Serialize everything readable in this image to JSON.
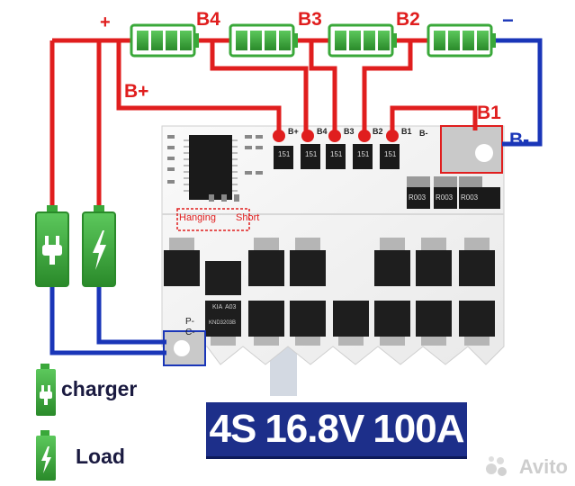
{
  "terminals": {
    "plus": "+",
    "b4": "B4",
    "b3": "B3",
    "b2": "B2",
    "minus": "−",
    "b_plus": "B+",
    "b1": "B1",
    "b_minus": "B-"
  },
  "board": {
    "pads": [
      "B+",
      "B4",
      "B3",
      "B2",
      "B1",
      "B-"
    ],
    "small_labels": [
      "B+",
      "B4",
      "B3",
      "B2",
      "B1",
      "B-"
    ],
    "p_minus": "P-",
    "c_minus": "C-",
    "hanging": "Hanging",
    "short": "Short",
    "resistor_code": "R003",
    "ic_code": "151",
    "mosfet_codes": [
      "KIA",
      "A03",
      "KND3203B"
    ]
  },
  "legend": {
    "charger": "charger",
    "load": "Load"
  },
  "spec": {
    "cells": "4S",
    "voltage": "16.8V",
    "current": "100A"
  },
  "watermark": {
    "brand": "Avito"
  },
  "colors": {
    "positive_wire": "#e01e1e",
    "negative_wire": "#1a36b8",
    "battery_fill": "#3aa83a",
    "spec_background": "#1d2f8a"
  },
  "icons": [
    "battery-icon",
    "plug-icon",
    "lightning-icon",
    "avito-logo-icon"
  ]
}
